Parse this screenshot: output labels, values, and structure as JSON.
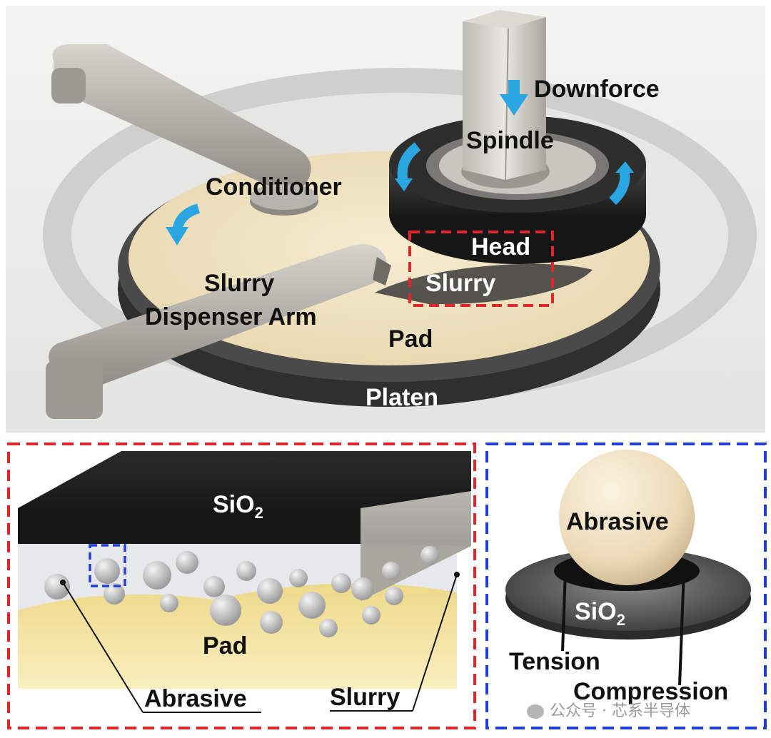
{
  "top_panel": {
    "labels": {
      "downforce": "Downforce",
      "spindle": "Spindle",
      "conditioner": "Conditioner",
      "head": "Head",
      "slurry": "Slurry",
      "slurry_arm_line1": "Slurry",
      "slurry_arm_line2": "Dispenser Arm",
      "pad": "Pad",
      "platen": "Platen"
    },
    "colors": {
      "arrow": "#2aa7e0",
      "highlight_box": "#e0262b",
      "pad": "#efe3c2",
      "platen": "#3c3c3c"
    }
  },
  "bottom_left_panel": {
    "labels": {
      "oxide_base": "SiO",
      "oxide_sub": "2",
      "pad": "Pad",
      "abrasive": "Abrasive",
      "slurry": "Slurry"
    },
    "colors": {
      "frame": "#e0262b",
      "zoom_box": "#1f3fd6"
    }
  },
  "bottom_right_panel": {
    "labels": {
      "abrasive": "Abrasive",
      "oxide_base": "SiO",
      "oxide_sub": "2",
      "tension": "Tension",
      "compression": "Compression"
    },
    "colors": {
      "frame": "#1f3fd6"
    }
  },
  "watermark": {
    "icon": "wechat-icon",
    "text": "公众号 · 芯系半导体"
  }
}
